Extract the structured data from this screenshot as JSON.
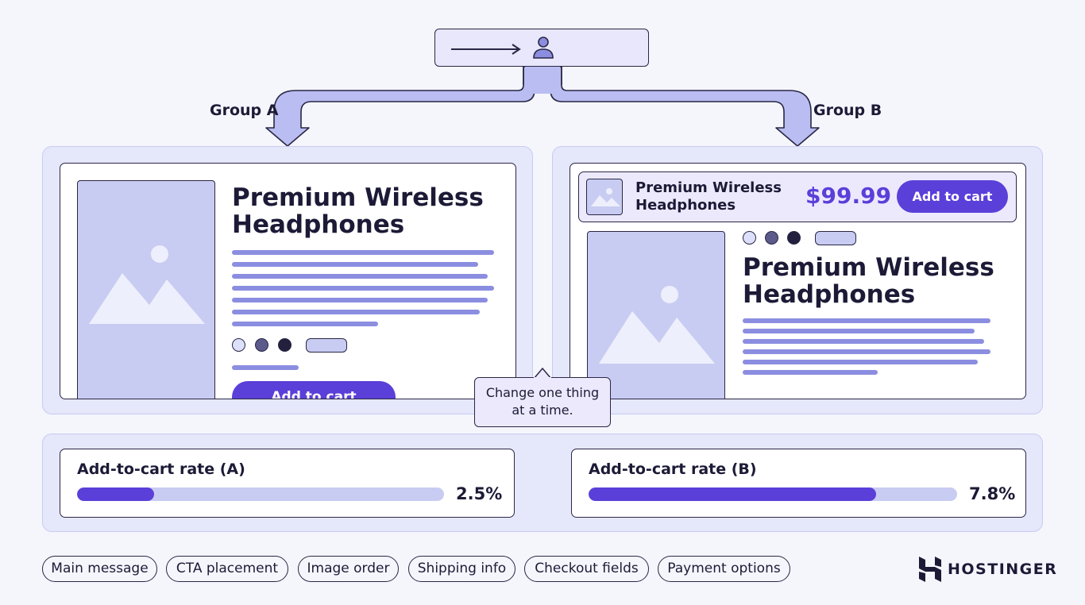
{
  "groups": {
    "a_label": "Group A",
    "b_label": "Group B"
  },
  "variant_a": {
    "product_title_line1": "Premium Wireless",
    "product_title_line2": "Headphones",
    "cta_label": "Add to cart"
  },
  "variant_b": {
    "sticky_title_line1": "Premium Wireless",
    "sticky_title_line2": "Headphones",
    "price": "$99.99",
    "cta_label": "Add to cart",
    "product_title_line1": "Premium Wireless",
    "product_title_line2": "Headphones"
  },
  "tooltip": {
    "line1": "Change one thing",
    "line2": "at a time."
  },
  "metrics": {
    "a": {
      "label": "Add-to-cart rate (A)",
      "value_text": "2.5%",
      "fill_fraction": 0.21
    },
    "b": {
      "label": "Add-to-cart rate (B)",
      "value_text": "7.8%",
      "fill_fraction": 0.78
    }
  },
  "test_elements": [
    "Main message",
    "CTA placement",
    "Image order",
    "Shipping info",
    "Checkout fields",
    "Payment options"
  ],
  "brand": {
    "name": "HOSTINGER"
  },
  "colors": {
    "accent": "#5b3fd9",
    "panel": "#e5e7fa",
    "placeholder": "#c8ccf2",
    "lines": "#8b8ee0",
    "ink": "#1c1a36"
  },
  "icons": {
    "visitor": "user-icon",
    "flow": "arrow-right-icon",
    "image": "image-placeholder-icon",
    "brand": "hostinger-logo-icon"
  }
}
